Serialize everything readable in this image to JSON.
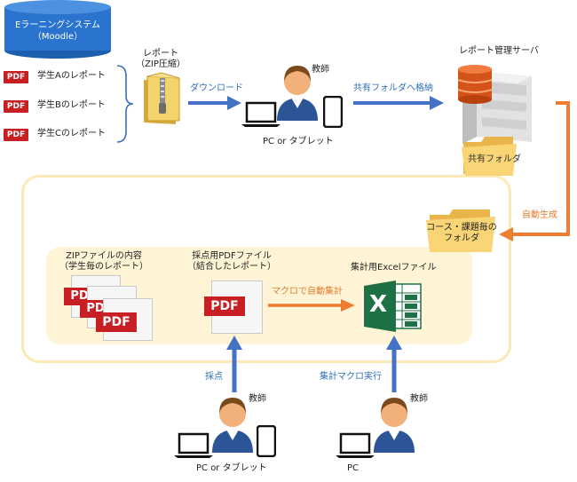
{
  "db_title": "Eラーニングシステム",
  "db_subtitle": "（Moodle）",
  "students": [
    {
      "badge": "PDF",
      "label": "学生Aのレポート"
    },
    {
      "badge": "PDF",
      "label": "学生Bのレポート"
    },
    {
      "badge": "PDF",
      "label": "学生Cのレポート"
    }
  ],
  "zip_label_1": "レポート",
  "zip_label_2": "（ZIP圧縮）",
  "download_label": "ダウンロード",
  "teacher_label": "教師",
  "pc_tablet_label": "PC or タブレット",
  "share_label": "共有フォルダへ格納",
  "server_label": "レポート管理サーバ",
  "shared_folder_label": "共有フォルダ",
  "auto_gen_label": "自動生成",
  "course_folder_1": "コース・課題毎の",
  "course_folder_2": "フォルダ",
  "zip_contents_1": "ZIPファイルの内容",
  "zip_contents_2": "（学生毎のレポート）",
  "scoring_pdf_1": "採点用PDFファイル",
  "scoring_pdf_2": "（結合したレポート）",
  "excel_label": "集計用Excelファイル",
  "macro_label": "マクロで自動集計",
  "pdf_badge": "PDF",
  "excel_letter": "X",
  "grading_label": "採点",
  "macro_run_label": "集計マクロ実行",
  "teacher_bottom_1": "教師",
  "teacher_bottom_2": "教師",
  "pc_tablet_bottom": "PC or タブレット",
  "pc_bottom": "PC",
  "colors": {
    "blue_arrow": "#4472c4",
    "orange_arrow": "#ed7d31",
    "db_blue": "#1f6fc5",
    "pdf_red": "#c81f25",
    "excel_green": "#1e7145",
    "panel_bg": "#fff8e1",
    "panel_border": "#fbe7b0"
  }
}
